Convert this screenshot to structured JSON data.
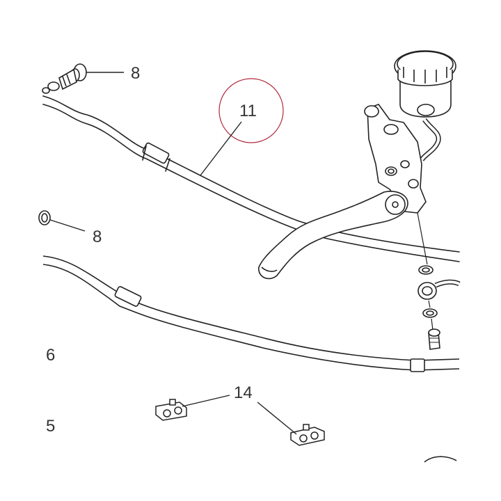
{
  "callouts": {
    "part_8_top": "8",
    "part_8_mid": "8",
    "part_11": "11",
    "part_6": "6",
    "part_5": "5",
    "part_14": "14"
  },
  "colors": {
    "line": "#222222",
    "label": "#333333",
    "highlight": "#b0283a"
  },
  "highlighted_part": "11"
}
